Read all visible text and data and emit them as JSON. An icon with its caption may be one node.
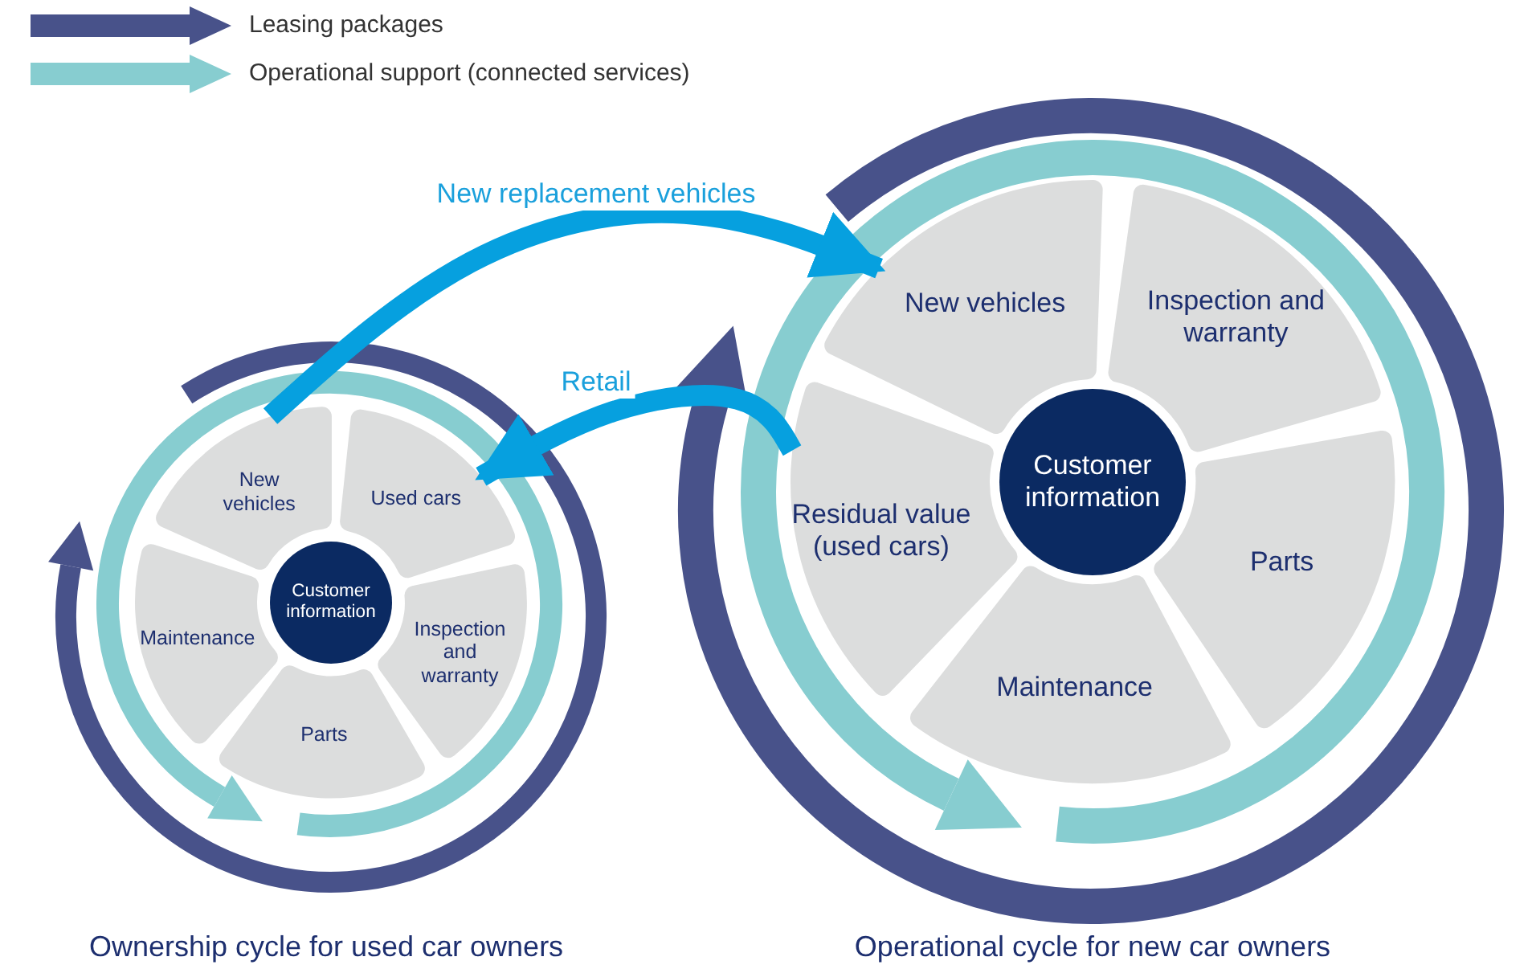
{
  "diagram": {
    "nodes": [
      {
        "text": [
          "Customer information"
        ]
      },
      {
        "text": [
          "New vehicles"
        ]
      },
      {
        "text": [
          "Used cars"
        ]
      },
      {
        "text": [
          "Inspection and warranty"
        ]
      },
      {
        "text": [
          "Parts"
        ]
      },
      {
        "text": [
          "Maintenance"
        ]
      },
      {
        "text": [
          "Customer information"
        ]
      },
      {
        "text": [
          "New vehicles"
        ]
      },
      {
        "text": [
          "Inspection and warranty"
        ]
      },
      {
        "text": [
          "Parts"
        ]
      },
      {
        "text": [
          "Maintenance"
        ]
      },
      {
        "text": [
          "Residual value (used cars)"
        ]
      }
    ],
    "edges": [
      {
        "from": 1,
        "to": 7,
        "arrow": "to",
        "label": "New replacement vehicles"
      },
      {
        "from": 11,
        "to": 2,
        "arrow": "to",
        "label": "Retail"
      }
    ],
    "labels": [
      "Ownership cycle for used car owners",
      "Operational cycle for new car owners"
    ],
    "legend": [
      {
        "text": "Leasing packages",
        "color": "#48528a"
      },
      {
        "text": "Operational support (connected services)",
        "color": "#87cdd0"
      }
    ]
  }
}
